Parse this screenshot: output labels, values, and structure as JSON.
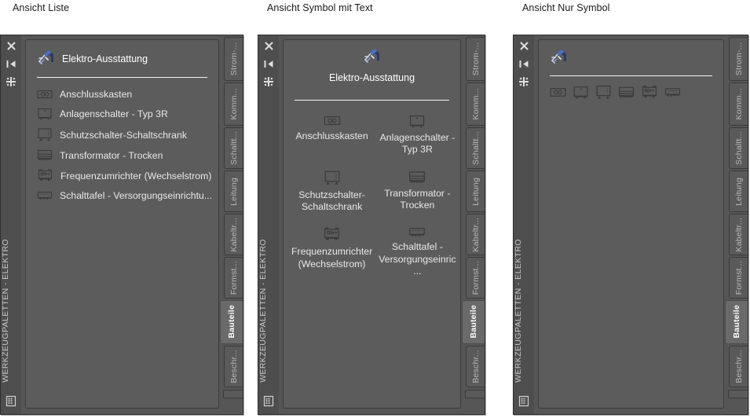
{
  "captions": [
    "Ansicht Liste",
    "Ansicht Symbol mit Text",
    "Ansicht Nur Symbol"
  ],
  "palette": {
    "vertical_title": "WERKZEUGPALETTEN - ELEKTRO",
    "group_title": "Elektro-Ausstattung",
    "titlebar_icons": [
      "close-icon",
      "auto-hide-icon",
      "properties-icon"
    ],
    "bottom_icon": "palette-list-icon"
  },
  "items": [
    {
      "label": "Anschlusskasten",
      "icon": "junction-box-icon"
    },
    {
      "label": "Anlagenschalter - Typ 3R",
      "icon": "disconnect-switch-icon"
    },
    {
      "label": "Schutzschalter-Schaltschrank",
      "icon": "breaker-cabinet-icon"
    },
    {
      "label": "Transformator - Trocken",
      "icon": "transformer-icon"
    },
    {
      "label": "Frequenzumrichter (Wechselstrom)",
      "icon": "vfd-icon"
    },
    {
      "label": "Schalttafel  - Versorgungseinrichtu...",
      "icon": "panelboard-icon"
    }
  ],
  "items_wrapped": [
    {
      "label": "Anschlusskasten"
    },
    {
      "label": "Anlagenschalter - Typ 3R"
    },
    {
      "label": "Schutzschalter-Schaltschrank"
    },
    {
      "label": "Transformator - Trocken"
    },
    {
      "label": "Frequenzumrichter (Wechselstrom)"
    },
    {
      "label": "Schalttafel - Versorgungseinric ..."
    }
  ],
  "tabs": [
    {
      "label": "Strom-...",
      "active": false
    },
    {
      "label": "Komm...",
      "active": false
    },
    {
      "label": "Schaltt...",
      "active": false
    },
    {
      "label": "Leitung",
      "active": false
    },
    {
      "label": "Kabeltr...",
      "active": false
    },
    {
      "label": "Formst...",
      "active": false
    },
    {
      "label": "Bauteile",
      "active": true
    },
    {
      "label": "Beschr...",
      "active": false
    }
  ],
  "colors": {
    "panel_bg": "#5c5c5c",
    "titlebar_bg": "#4e4e4e",
    "tab_bg": "#5a5a5a",
    "tab_active_bg": "#6a6a6a",
    "text": "#e9e9e9",
    "accent_white": "#ffffff",
    "caption_text": "#1a1a1a"
  }
}
